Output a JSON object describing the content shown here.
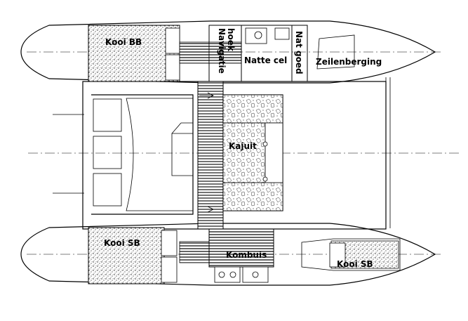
{
  "labels": {
    "kooi_bb": "Kooi BB",
    "navigatie_1": "Navigatie",
    "navigatie_2": "hoek",
    "natte_cel": "Natte cel",
    "nat_goed": "Nat goed",
    "zeilenberging": "Zeilenberging",
    "kajuit": "Kajuit",
    "kooi_sb_left": "Kooi SB",
    "kombuis": "Kombuis",
    "kooi_sb_right": "Kooi SB"
  },
  "colors": {
    "line": "#000000",
    "background": "#ffffff",
    "stipple": "#222222"
  }
}
